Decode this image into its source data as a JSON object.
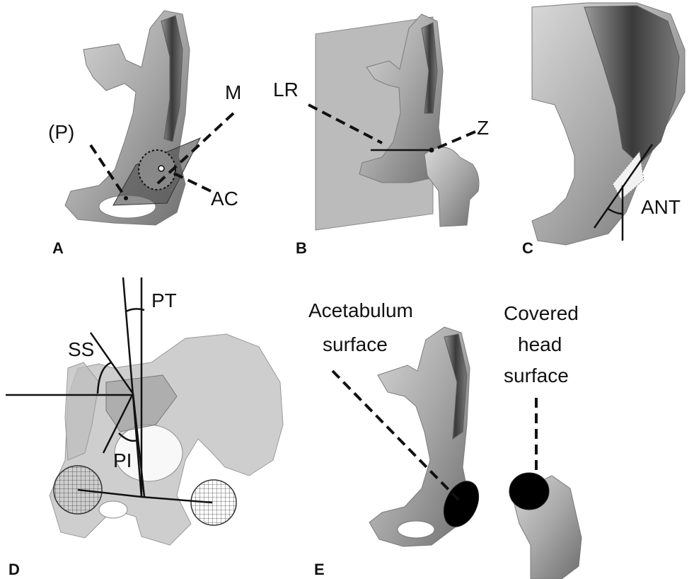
{
  "panels": {
    "a": {
      "letter": "A",
      "labels": {
        "p": "(P)",
        "m": "M",
        "ac": "AC"
      }
    },
    "b": {
      "letter": "B",
      "labels": {
        "lr": "LR",
        "z": "Z"
      }
    },
    "c": {
      "letter": "C",
      "labels": {
        "ant": "ANT"
      }
    },
    "d": {
      "letter": "D",
      "labels": {
        "pt": "PT",
        "ss": "SS",
        "pi": "PI"
      }
    },
    "e": {
      "letter": "E",
      "labels": {
        "acetabulum_line1": "Acetabulum",
        "acetabulum_line2": "surface",
        "covered_line1": "Covered",
        "covered_line2": "head",
        "covered_line3": "surface"
      }
    }
  }
}
